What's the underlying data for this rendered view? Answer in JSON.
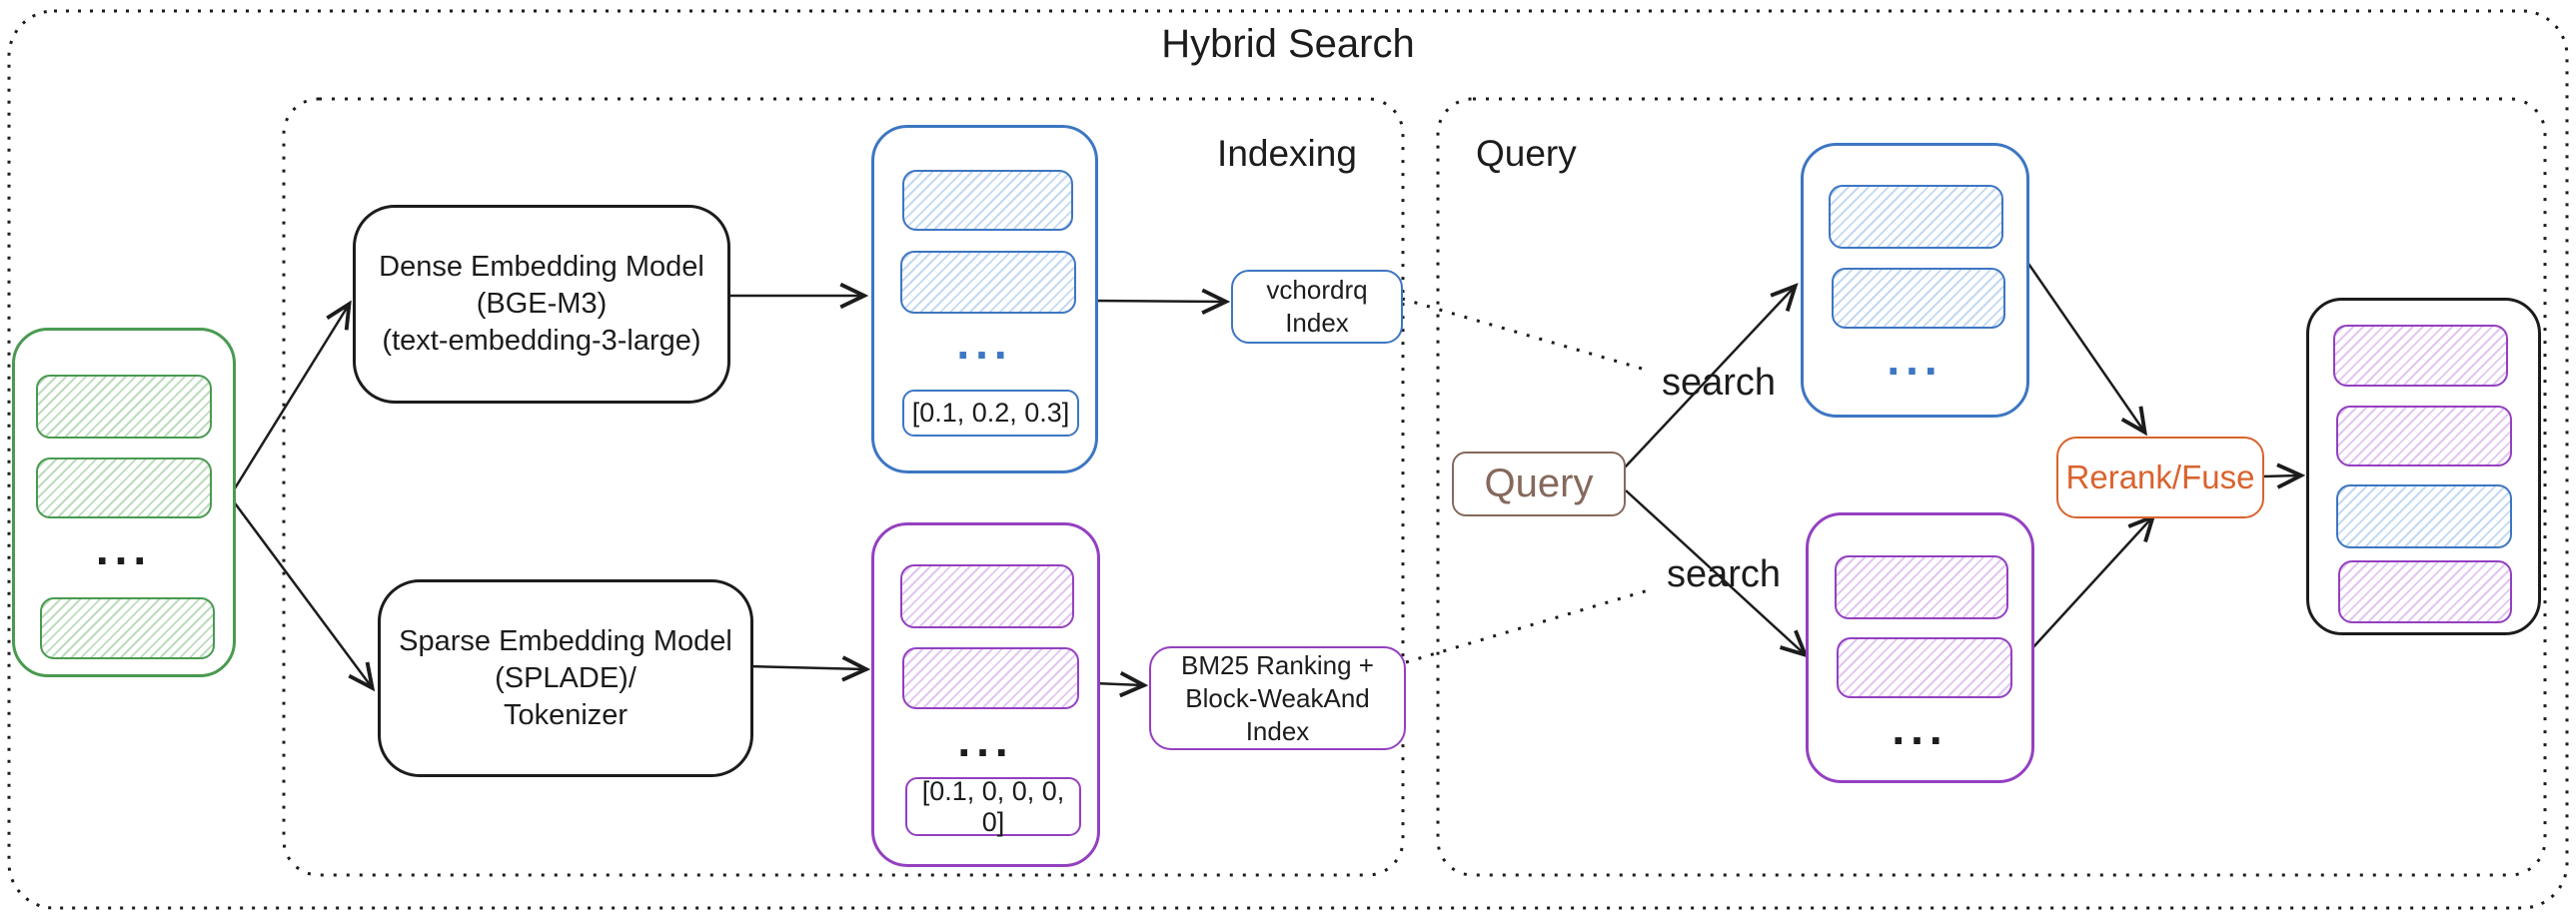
{
  "title": "Hybrid Search",
  "sections": {
    "indexing_label": "Indexing",
    "query_label": "Query"
  },
  "documents": {
    "ellipsis": "..."
  },
  "indexing": {
    "dense_model": {
      "line1": "Dense Embedding Model",
      "line2": "(BGE-M3)",
      "line3": "(text-embedding-3-large)"
    },
    "sparse_model": {
      "line1": "Sparse Embedding Model",
      "line2": "(SPLADE)/",
      "line3": "Tokenizer"
    },
    "dense_vectors": {
      "ellipsis": "...",
      "sample": "[0.1, 0.2, 0.3]"
    },
    "sparse_vectors": {
      "ellipsis": "...",
      "sample": "[0.1, 0, 0, 0, 0]"
    },
    "dense_index": {
      "line1": "vchordrq",
      "line2": "Index"
    },
    "sparse_index": {
      "line1": "BM25 Ranking +",
      "line2": "Block-WeakAnd Index"
    }
  },
  "query": {
    "query_box": "Query",
    "search_top": "search",
    "search_bottom": "search",
    "dense_results_ellipsis": "...",
    "sparse_results_ellipsis": "...",
    "rerank": "Rerank/Fuse"
  },
  "colors": {
    "ink": "#1c1c1c",
    "green": "#4a9a50",
    "green_hatch": "#bcdcbd",
    "blue": "#3d76c2",
    "blue_hatch": "#c3d9f2",
    "purple": "#9440c0",
    "purple_hatch": "#e2c6f0",
    "orange": "#d9632e",
    "brown": "#85695c"
  }
}
